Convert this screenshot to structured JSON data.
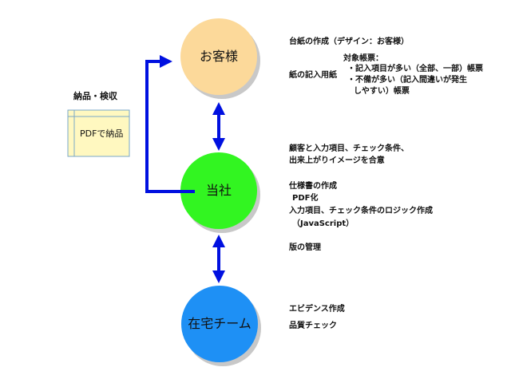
{
  "nodes": {
    "customer": {
      "label": "お客様",
      "color": "#fcd99a"
    },
    "company": {
      "label": "当社",
      "color": "#32f521"
    },
    "team": {
      "label": "在宅チーム",
      "color": "#1e90f5"
    }
  },
  "left_panel": {
    "title": "納品・検収",
    "document_label": "PDFで納品"
  },
  "customer_notes": {
    "line1": "台紙の作成（デザイン：お客様）",
    "target_heading": "対象帳票：",
    "paper_label": "紙の記入用紙",
    "target1": "・記入項目が多い（全部、一部）帳票",
    "target2": "・不備が多い（記入間違いが発生",
    "target3": "しやすい）帳票"
  },
  "company_notes": {
    "agree1": "顧客と入力項目、チェック条件、",
    "agree2": "出来上がりイメージを合意",
    "spec": "仕様書の作成",
    "pdf": "PDF化",
    "logic": "入力項目、チェック条件のロジック作成",
    "js": "（JavaScript）",
    "version": "版の管理"
  },
  "team_notes": {
    "evidence": "エビデンス作成",
    "quality": "品質チェック"
  },
  "colors": {
    "arrow": "#0010e0",
    "shadow": "#c8c8c8",
    "document_fill": "#fff8c0",
    "document_border": "#7aa7c8"
  }
}
